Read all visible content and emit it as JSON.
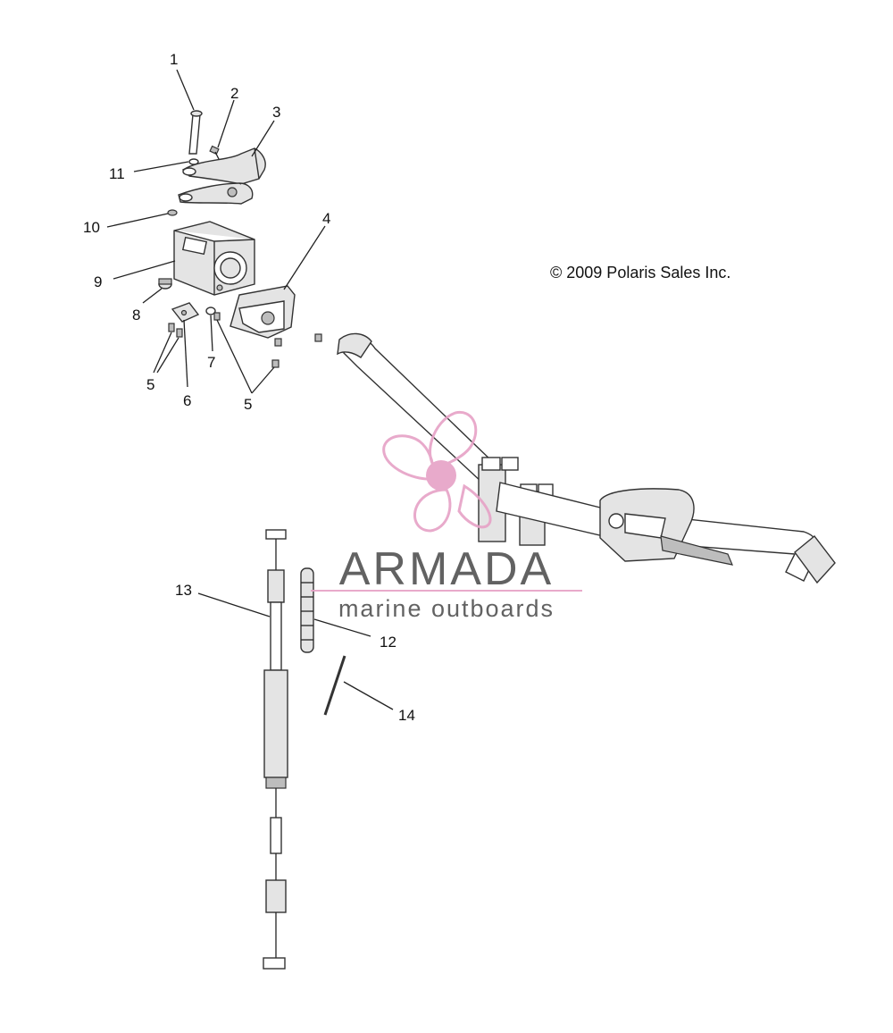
{
  "diagram": {
    "copyright": "© 2009 Polaris Sales Inc.",
    "callouts": [
      {
        "id": "1",
        "label": "1"
      },
      {
        "id": "2",
        "label": "2"
      },
      {
        "id": "3",
        "label": "3"
      },
      {
        "id": "4",
        "label": "4"
      },
      {
        "id": "5a",
        "label": "5"
      },
      {
        "id": "5b",
        "label": "5"
      },
      {
        "id": "6",
        "label": "6"
      },
      {
        "id": "7",
        "label": "7"
      },
      {
        "id": "8",
        "label": "8"
      },
      {
        "id": "9",
        "label": "9"
      },
      {
        "id": "10",
        "label": "10"
      },
      {
        "id": "11",
        "label": "11"
      },
      {
        "id": "12",
        "label": "12"
      },
      {
        "id": "13",
        "label": "13"
      },
      {
        "id": "14",
        "label": "14"
      }
    ]
  },
  "watermark": {
    "brand": "ARMADA",
    "tagline": "marine outboards",
    "text_color": "#555555",
    "accent_color": "#e7a3c7"
  }
}
